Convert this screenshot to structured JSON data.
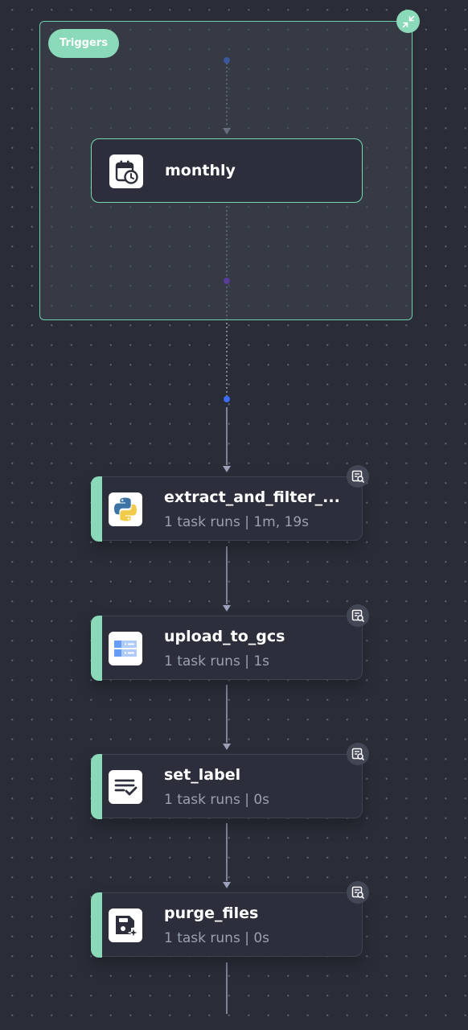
{
  "triggers": {
    "badge_label": "Triggers",
    "collapse_icon": "collapse-arrows-icon",
    "nodes": [
      {
        "title": "monthly",
        "icon": "calendar-clock-icon"
      }
    ]
  },
  "tasks": [
    {
      "title": "extract_and_filter_...",
      "subtitle": "1 task runs | 1m, 19s",
      "icon": "python-logo-icon"
    },
    {
      "title": "upload_to_gcs",
      "subtitle": "1 task runs | 1s",
      "icon": "gcs-storage-icon"
    },
    {
      "title": "set_label",
      "subtitle": "1 task runs | 0s",
      "icon": "list-check-icon"
    },
    {
      "title": "purge_files",
      "subtitle": "1 task runs | 0s",
      "icon": "save-sparkle-icon"
    }
  ],
  "task_action_icon": "logs-search-icon",
  "colors": {
    "background": "#2a2d38",
    "accent_green": "#8ad9b8",
    "node_bg": "#2c2f3b",
    "edge": "#9ca0b8",
    "dot_blue": "#3b6cf6",
    "dot_purple": "#7b2ff0"
  }
}
